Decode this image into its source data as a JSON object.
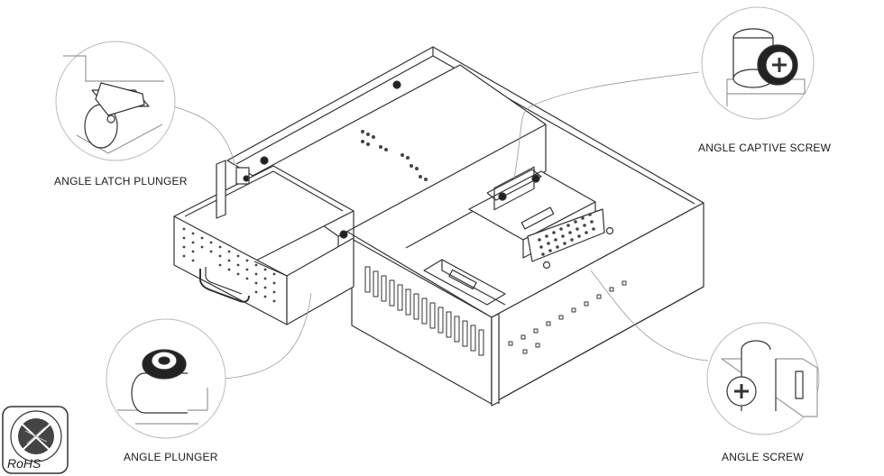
{
  "labels": {
    "latch_plunger": "ANGLE LATCH PLUNGER",
    "captive_screw": "ANGLE CAPTIVE SCREW",
    "plunger": "ANGLE PLUNGER",
    "screw": "ANGLE SCREW"
  },
  "badge": {
    "text": "RoHS",
    "icon": "rohs-logo-icon"
  },
  "colors": {
    "line": "#333333",
    "leader": "#888888",
    "background": "#ffffff"
  }
}
